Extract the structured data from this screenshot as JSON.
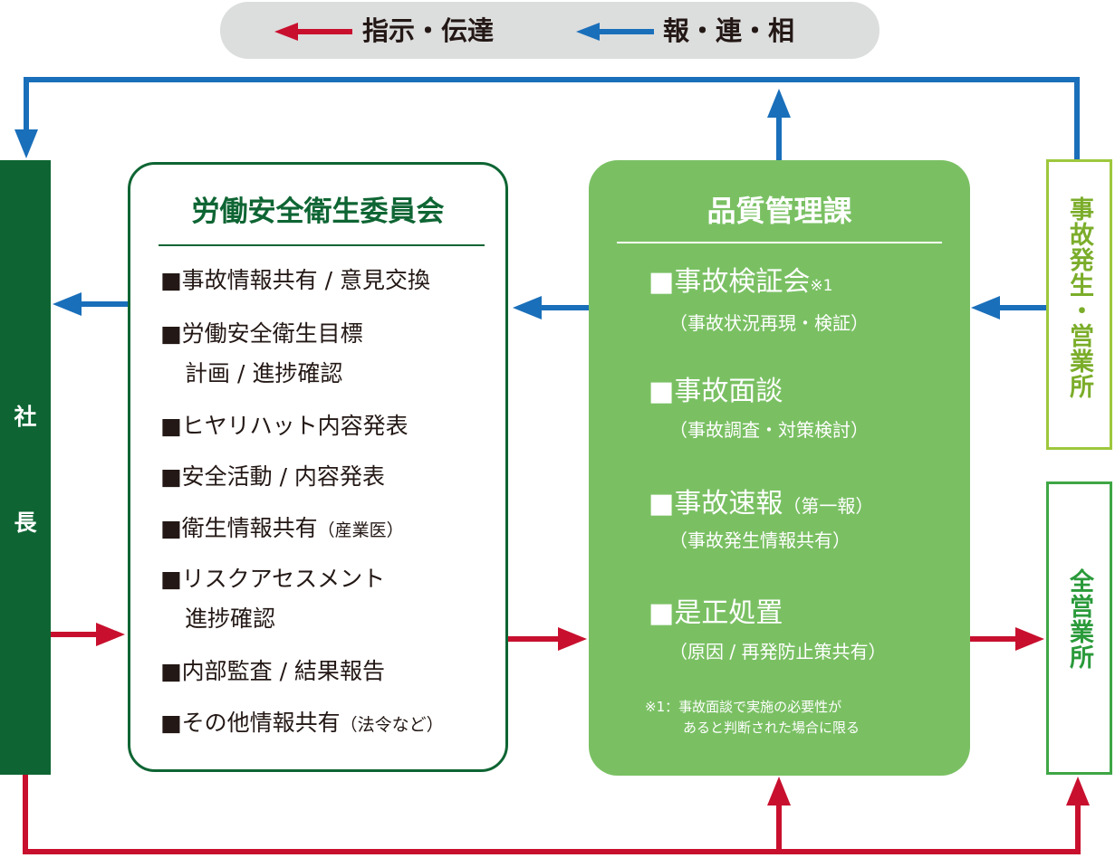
{
  "legend": {
    "instruction_label": "指示・伝達",
    "report_label": "報・連・相",
    "instruction_color": "#c8102e",
    "report_color": "#1a6fba"
  },
  "president": {
    "char1": "社",
    "char2": "長"
  },
  "committee": {
    "title": "労働安全衛生委員会",
    "items": [
      {
        "main": "■事故情報共有 / 意見交換"
      },
      {
        "main": "■労働安全衛生目標"
      },
      {
        "main": "計画 / 進捗確認"
      },
      {
        "main": "■ヒヤリハット内容発表"
      },
      {
        "main": "■安全活動 / 内容発表"
      },
      {
        "main": "■衛生情報共有",
        "sub": "（産業医）"
      },
      {
        "main": "■リスクアセスメント"
      },
      {
        "main": "進捗確認"
      },
      {
        "main": "■内部監査 / 結果報告"
      },
      {
        "main": "■その他情報共有",
        "sub": "（法令など）"
      }
    ]
  },
  "quality_control": {
    "title": "品質管理課",
    "items": [
      {
        "main": "■事故検証会",
        "sup": "※1",
        "detail": "（事故状況再現・検証）"
      },
      {
        "main": "■事故面談",
        "detail": "（事故調査・対策検討）"
      },
      {
        "main": "■事故速報",
        "inline": "（第一報）",
        "detail": "（事故発生情報共有）"
      },
      {
        "main": "■是正処置",
        "detail": "（原因 / 再発防止策共有）"
      }
    ],
    "note_line1": "※1：事故面談で実施の必要性が",
    "note_line2": "あると判断された場合に限る"
  },
  "accident_site": {
    "label": "事故発生・営業所"
  },
  "all_offices": {
    "label": "全営業所"
  },
  "colors": {
    "dark_green": "#0e6533",
    "light_green": "#7ac063",
    "lime": "#9dc73c",
    "medium_green": "#3ea645"
  }
}
